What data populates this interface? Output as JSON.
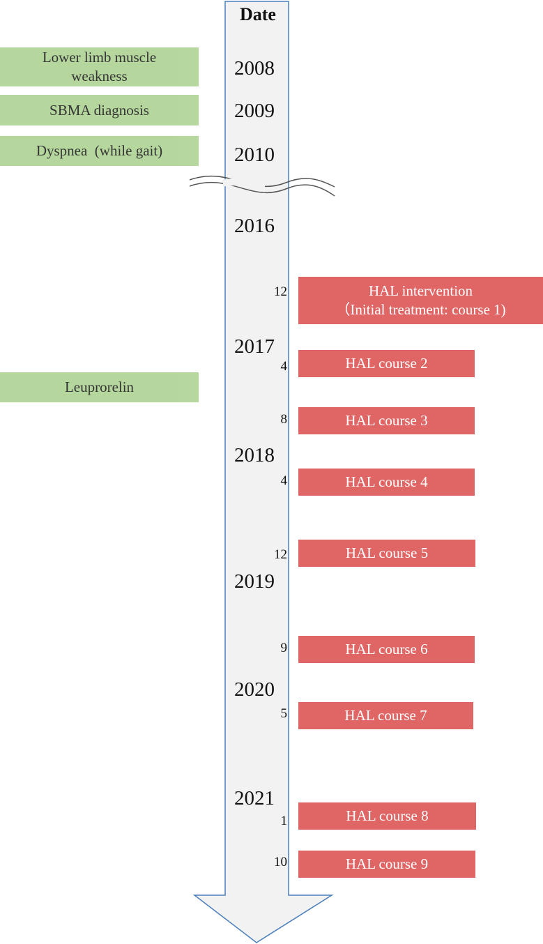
{
  "title": "Date",
  "colors": {
    "event_box": "#a9d18e",
    "hal_box": "#e06666",
    "arrow_fill": "#f2f2f2",
    "arrow_stroke": "#4a7ebb"
  },
  "events": [
    {
      "label": "Lower limb muscle weakness",
      "line1": "Lower limb muscle",
      "line2": "weakness"
    },
    {
      "label": "SBMA diagnosis"
    },
    {
      "label": "Dyspnea  (while gait)"
    },
    {
      "label": "Leuprorelin"
    }
  ],
  "years": [
    "2008",
    "2009",
    "2010",
    "2016",
    "2017",
    "2018",
    "2019",
    "2020",
    "2021"
  ],
  "months": [
    "12",
    "4",
    "8",
    "4",
    "12",
    "9",
    "5",
    "1",
    "10"
  ],
  "hal": [
    {
      "line1": "HAL intervention",
      "line2": "（Initial treatment: course 1)"
    },
    {
      "label": "HAL course 2"
    },
    {
      "label": "HAL course 3"
    },
    {
      "label": "HAL course 4"
    },
    {
      "label": "HAL course 5"
    },
    {
      "label": "HAL course 6"
    },
    {
      "label": "HAL course 7"
    },
    {
      "label": "HAL course 8"
    },
    {
      "label": "HAL course 9"
    }
  ]
}
